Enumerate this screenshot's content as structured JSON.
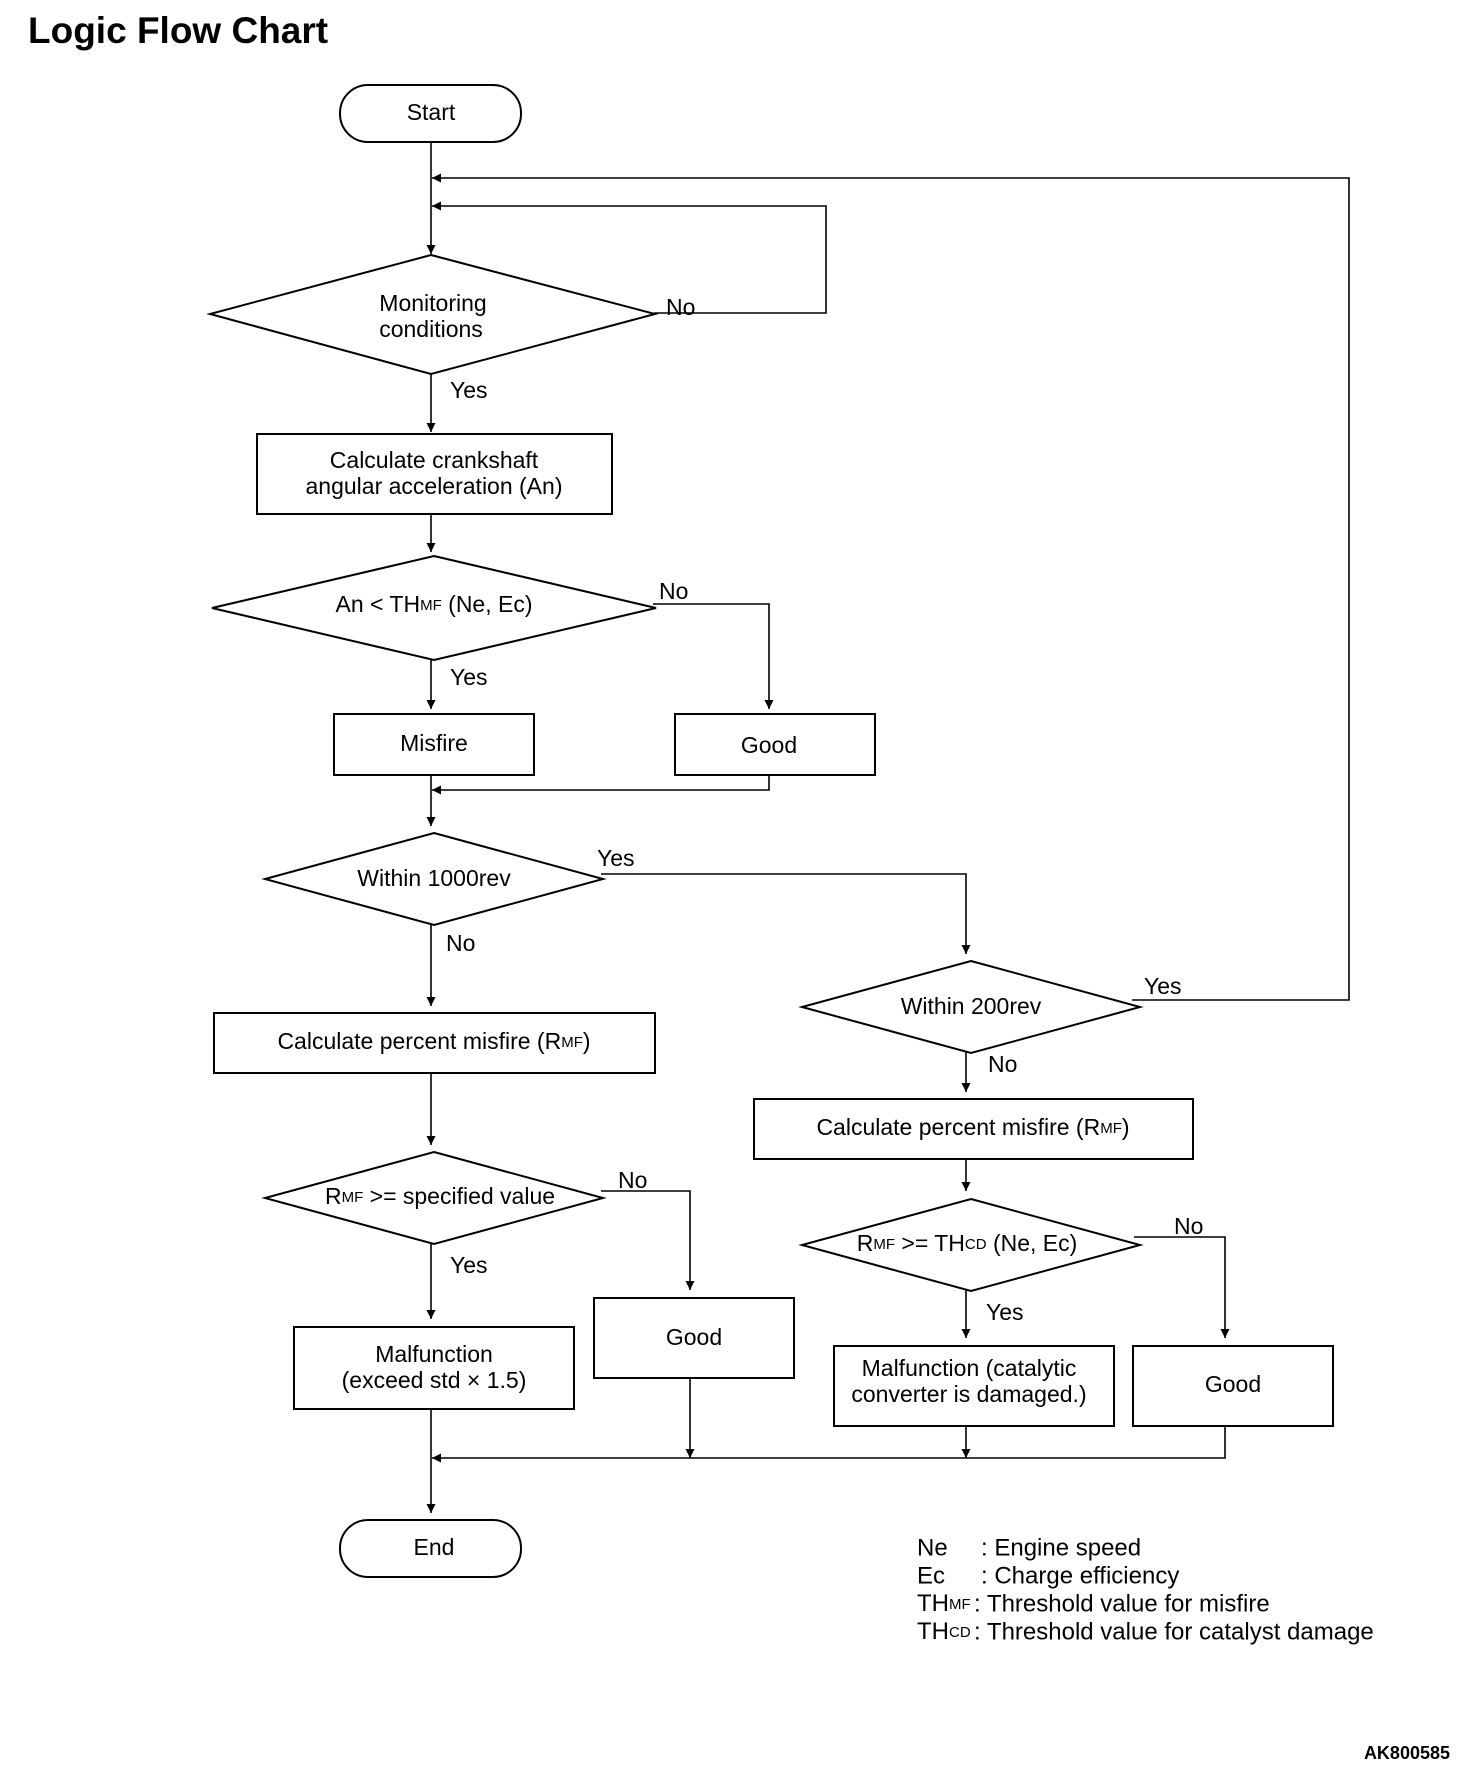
{
  "title": "Logic Flow Chart",
  "figure_id": "AK800585",
  "nodes": {
    "start": "Start",
    "monitoring": [
      "Monitoring",
      "conditions"
    ],
    "calc_accel": [
      "Calculate crankshaft",
      "angular acceleration (An)"
    ],
    "an_check": {
      "pre": "An < TH",
      "sub": "MF",
      "post": " (Ne, Ec)"
    },
    "misfire": "Misfire",
    "good_1": "Good",
    "within_1000": "Within 1000rev",
    "calc_pct_left": {
      "pre": "Calculate percent misfire (R",
      "sub": "MF",
      "post": ")"
    },
    "spec_check": {
      "pre": "R",
      "sub": "MF",
      "post": " >= specified value"
    },
    "malfunction_1": [
      "Malfunction",
      "(exceed std × 1.5)"
    ],
    "good_2": "Good",
    "within_200": "Within 200rev",
    "calc_pct_right": {
      "pre": "Calculate percent misfire (R",
      "sub": "MF",
      "post": ")"
    },
    "thcd_check": {
      "pre": "R",
      "sub": "MF",
      "mid": " >= TH",
      "sub2": "CD",
      "post": " (Ne, Ec)"
    },
    "malfunction_2": [
      "Malfunction (catalytic",
      "converter is damaged.)"
    ],
    "good_3": "Good",
    "end": "End"
  },
  "edge_labels": {
    "monitoring_no": "No",
    "monitoring_yes": "Yes",
    "an_no": "No",
    "an_yes": "Yes",
    "within1000_yes": "Yes",
    "within1000_no": "No",
    "within200_yes": "Yes",
    "within200_no": "No",
    "spec_no": "No",
    "spec_yes": "Yes",
    "thcd_no": "No",
    "thcd_yes": "Yes"
  },
  "legend": [
    {
      "abbr": "Ne",
      "abbr_sub": "",
      "text": ": Engine speed"
    },
    {
      "abbr": "Ec",
      "abbr_sub": "",
      "text": ": Charge efficiency"
    },
    {
      "abbr": "TH",
      "abbr_sub": "MF",
      "text": " : Threshold value for misfire"
    },
    {
      "abbr": "TH",
      "abbr_sub": "CD",
      "text": " : Threshold value for catalyst damage"
    }
  ]
}
